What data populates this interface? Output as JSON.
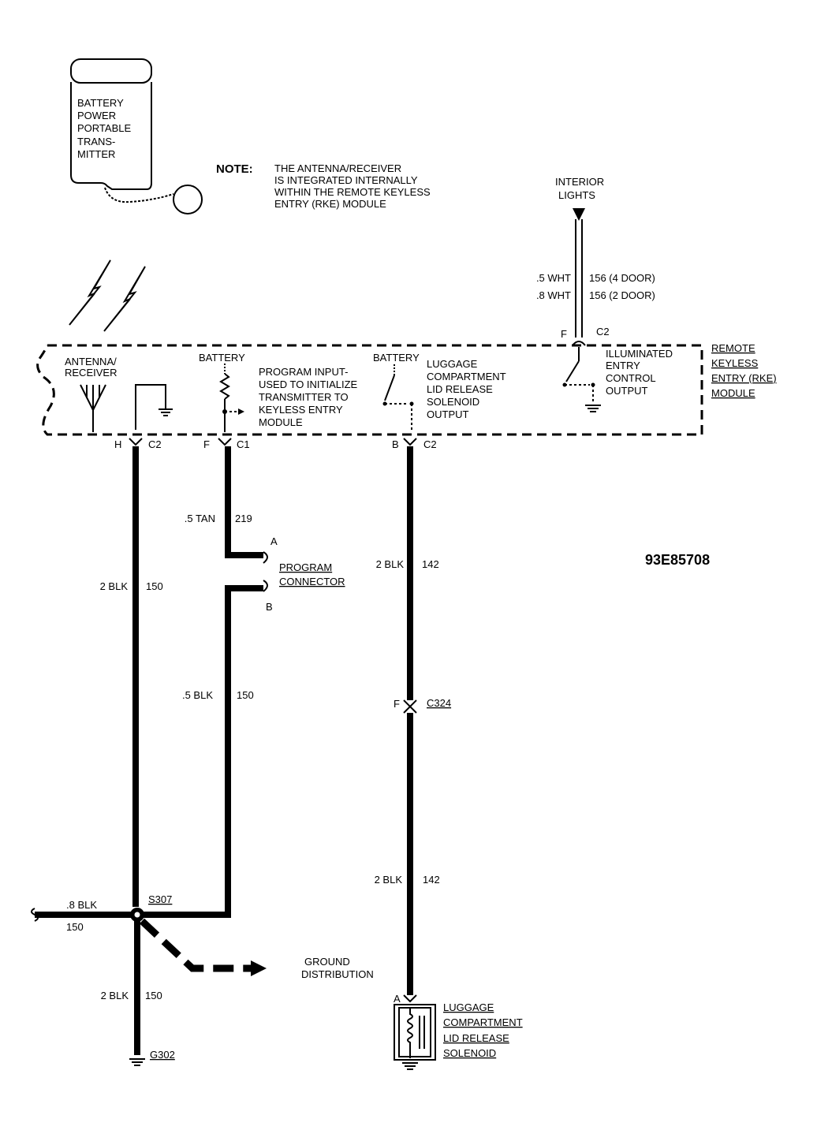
{
  "transmitter": {
    "lines": [
      "BATTERY",
      "POWER",
      "PORTABLE",
      "TRANS-",
      "MITTER"
    ]
  },
  "note": {
    "heading": "NOTE:",
    "lines": [
      "THE ANTENNA/RECEIVER",
      "IS INTEGRATED INTERNALLY",
      "WITHIN THE REMOTE KEYLESS",
      "ENTRY (RKE) MODULE"
    ]
  },
  "interior_lights": {
    "lines": [
      "INTERIOR",
      "LIGHTS"
    ]
  },
  "wire_156": {
    "color_4door": ".5 WHT",
    "circuit_4door": "156 (4 DOOR)",
    "color_2door": ".8 WHT",
    "circuit_2door": "156 (2 DOOR)",
    "pin": "F",
    "connector": "C2"
  },
  "rke_module": {
    "lines": [
      "REMOTE",
      "KEYLESS",
      "ENTRY (RKE)",
      "MODULE"
    ]
  },
  "antenna": {
    "lines": [
      "ANTENNA/",
      "RECEIVER"
    ]
  },
  "battery_1": "BATTERY",
  "battery_2": "BATTERY",
  "program_input": {
    "lines": [
      "PROGRAM INPUT-",
      "USED TO INITIALIZE",
      "TRANSMITTER TO",
      "KEYLESS ENTRY",
      "MODULE"
    ]
  },
  "luggage_output": {
    "lines": [
      "LUGGAGE",
      "COMPARTMENT",
      "LID RELEASE",
      "SOLENOID",
      "OUTPUT"
    ]
  },
  "illuminated_output": {
    "lines": [
      "ILLUMINATED",
      "ENTRY",
      "CONTROL",
      "OUTPUT"
    ]
  },
  "pin_h": {
    "pin": "H",
    "connector": "C2"
  },
  "pin_f": {
    "pin": "F",
    "connector": "C1"
  },
  "pin_b": {
    "pin": "B",
    "connector": "C2"
  },
  "wire_219": {
    "color": ".5 TAN",
    "circuit": "219"
  },
  "program_connector": {
    "pin_a": "A",
    "pin_b": "B",
    "lines": [
      "PROGRAM",
      "CONNECTOR"
    ]
  },
  "diagram_id": "93E85708",
  "wire_150_main": {
    "color": "2 BLK",
    "circuit": "150"
  },
  "wire_150_prog": {
    "color": ".5 BLK",
    "circuit": "150"
  },
  "wire_142_upper": {
    "color": "2 BLK",
    "circuit": "142"
  },
  "wire_142_lower": {
    "color": "2 BLK",
    "circuit": "142"
  },
  "c324": {
    "pin": "F",
    "connector": "C324"
  },
  "splice": {
    "id": "S307",
    "left_color": ".8 BLK",
    "left_circuit": "150"
  },
  "ground_distribution": {
    "lines": [
      "GROUND",
      "DISTRIBUTION"
    ]
  },
  "wire_150_ground": {
    "color": "2 BLK",
    "circuit": "150"
  },
  "ground": "G302",
  "solenoid": {
    "pin": "A",
    "lines": [
      "LUGGAGE",
      "COMPARTMENT",
      "LID RELEASE",
      "SOLENOID"
    ]
  }
}
